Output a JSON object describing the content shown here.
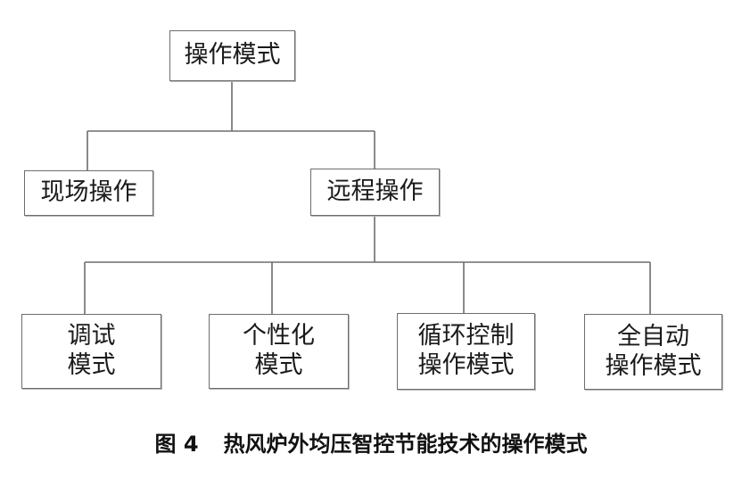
{
  "diagram": {
    "root": {
      "label": "操作模式"
    },
    "level1": [
      {
        "label": "现场操作"
      },
      {
        "label": "远程操作"
      }
    ],
    "level2": [
      {
        "lines": [
          "调试",
          "模式"
        ]
      },
      {
        "lines": [
          "个性化",
          "模式"
        ]
      },
      {
        "lines": [
          "循环控制",
          "操作模式"
        ]
      },
      {
        "lines": [
          "全自动",
          "操作模式"
        ]
      }
    ]
  },
  "caption": {
    "number": "图 4",
    "text": "热风炉外均压智控节能技术的操作模式"
  }
}
